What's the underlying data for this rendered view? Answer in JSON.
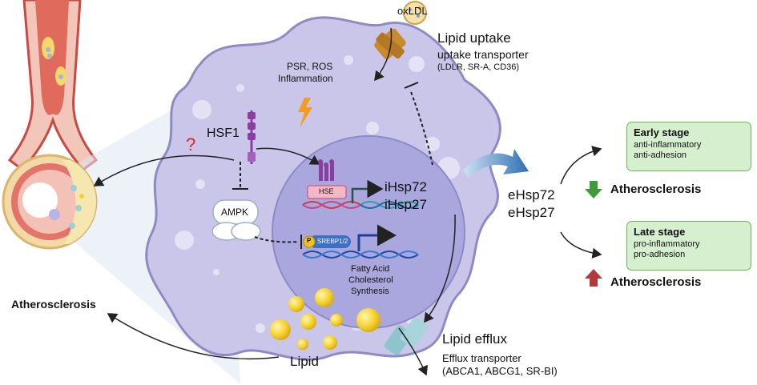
{
  "labels": {
    "oxldl": "oxLDL",
    "lipid_uptake": "Lipid uptake",
    "uptake_transporter": "uptake transporter",
    "uptake_transporter_examples": "(LDLR, SR-A, CD36)",
    "stress_line1": "PSR, ROS",
    "stress_line2": "Inflammation",
    "hsf1": "HSF1",
    "question": "?",
    "ampk": "AMPK",
    "hse": "HSE",
    "ihsp72": "iHsp72",
    "ihsp27": "iHsp27",
    "p": "P",
    "srebp": "SREBP1/2",
    "synthesis_line1": "Fatty Acid",
    "synthesis_line2": "Cholesterol",
    "synthesis_line3": "Synthesis",
    "ehsp72": "eHsp72",
    "ehsp27": "eHsp27",
    "atherosclerosis_left": "Atherosclerosis",
    "lipid": "Lipid",
    "lipid_efflux": "Lipid efflux",
    "efflux_transporter": "Efflux transporter",
    "efflux_transporter_examples": "(ABCA1, ABCG1, SR-BI)"
  },
  "early_stage": {
    "title": "Early stage",
    "line1": "anti-inflammatory",
    "line2": "anti-adhesion",
    "outcome": "Atherosclerosis",
    "direction": "down"
  },
  "late_stage": {
    "title": "Late stage",
    "line1": "pro-inflammatory",
    "line2": "pro-adhesion",
    "outcome": "Atherosclerosis",
    "direction": "up"
  },
  "colors": {
    "cell": "#c9c6ea",
    "cell_border": "#8d8ac4",
    "nucleus": "#a9a7de",
    "stage_box": "#d6f0cf",
    "down_arrow": "#3f9a3a",
    "up_arrow": "#b23a3a",
    "hsf1": "#8a3fa0",
    "srebp": "#3d6fc2",
    "phosphate": "#f3c21f",
    "lipid_droplet": "#f5d22e",
    "transporter": "#c98b2e",
    "efflux_transporter": "#8fc4cc",
    "ehsp_arrow": "#3a78b8",
    "question": "#e0202a",
    "lightning": "#f39c1f"
  }
}
